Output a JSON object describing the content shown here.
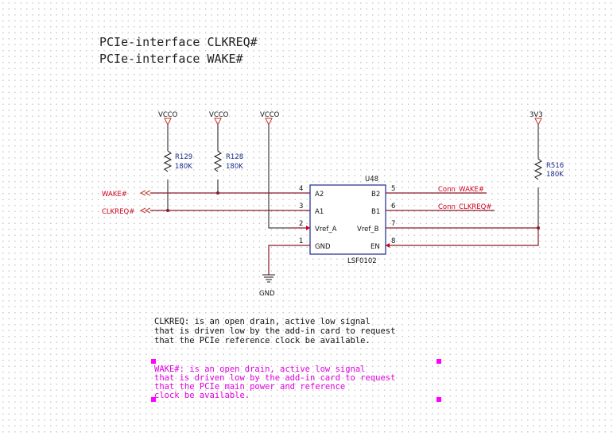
{
  "titles": [
    "PCIe-interface  CLKREQ#",
    "PCIe-interface  WAKE#"
  ],
  "power": {
    "vcco": "VCCO",
    "v3v3": "3V3",
    "gnd": "GND"
  },
  "resistors": {
    "r129": {
      "ref": "R129",
      "value": "180K"
    },
    "r128": {
      "ref": "R128",
      "value": "180K"
    },
    "r516": {
      "ref": "R516",
      "value": "180K"
    }
  },
  "ic": {
    "ref": "U48",
    "part": "LSF0102",
    "pins_left": [
      {
        "num": "4",
        "name": "A2"
      },
      {
        "num": "3",
        "name": "A1"
      },
      {
        "num": "2",
        "name": "Vref_A"
      },
      {
        "num": "1",
        "name": "GND"
      }
    ],
    "pins_right": [
      {
        "num": "5",
        "name": "B2"
      },
      {
        "num": "6",
        "name": "B1"
      },
      {
        "num": "7",
        "name": "Vref_B"
      },
      {
        "num": "8",
        "name": "EN"
      }
    ]
  },
  "nets": {
    "wake": "WAKE#",
    "clkreq": "CLKREQ#",
    "conn_wake": "Conn_WAKE#",
    "conn_clkreq": "Conn_CLKREQ#"
  },
  "notes": {
    "clkreq": [
      "CLKREQ: is an open drain, active low signal",
      "that is driven low by the add-in card to request",
      "that the PCIe reference clock be available."
    ],
    "wake": [
      "WAKE#: is an open drain, active low signal",
      "that is driven low by the add-in card to request",
      "that the PCIe main power and reference",
      "clock be available."
    ]
  },
  "colors": {
    "wire": "#8b1a2b",
    "net_label": "#d0021b",
    "ic_outline": "#1a2a8a",
    "selection": "#ff00ff"
  }
}
